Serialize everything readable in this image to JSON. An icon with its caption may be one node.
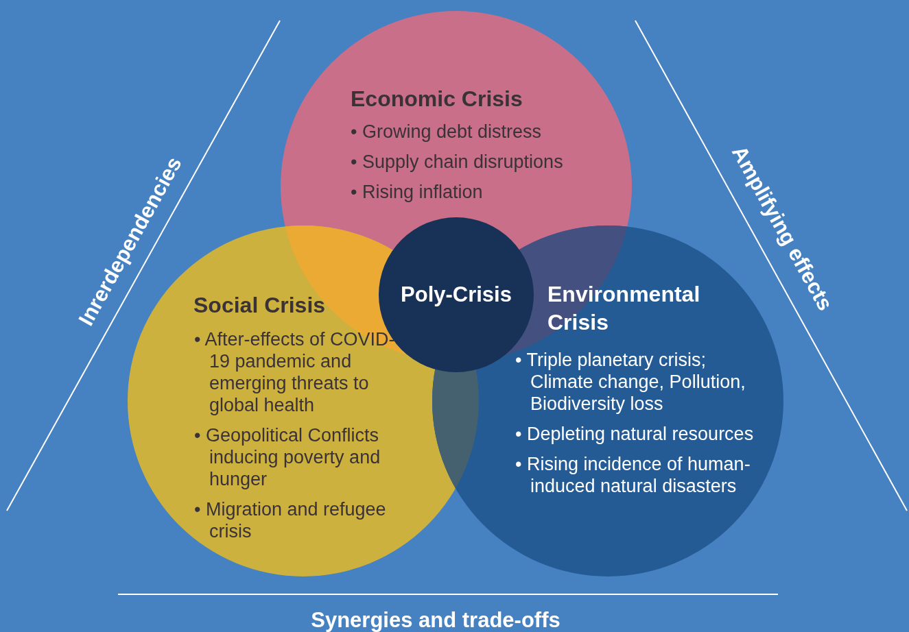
{
  "diagram": {
    "nodes": [
      {
        "text": [
          "Economic Crisis",
          "• Growing debt distress",
          "• Supply chain disruptions",
          "• Rising inflation"
        ]
      },
      {
        "text": [
          "Social Crisis",
          "• After-effects of COVID-19 pandemic and emerging threats to global health",
          "• Geopolitical Conflicts inducing poverty and hunger",
          "• Migration and refugee crisis"
        ]
      },
      {
        "text": [
          "Environmental Crisis",
          "• Triple planetary crisis; Climate change, Pollution, Biodiversity loss",
          "• Depleting natural resources",
          "• Rising incidence of human-induced natural disasters"
        ]
      },
      {
        "text": [
          "Poly-Crisis"
        ]
      }
    ],
    "labels": [
      "Inrerdependencies",
      "Amplifying effects",
      "Synergies and trade-offs"
    ]
  }
}
